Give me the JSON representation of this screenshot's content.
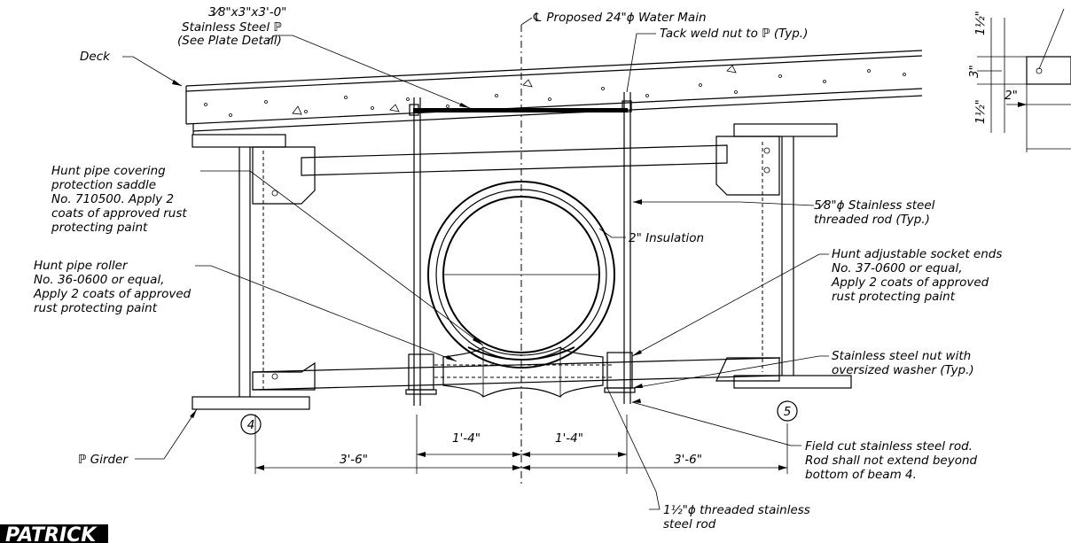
{
  "labels": {
    "centerline": "℄ Proposed 24\"ϕ Water Main",
    "plate_line1": "3⁄8\"x3\"x3'-0\"",
    "plate_line2": "Stainless Steel ℙ",
    "plate_line3": "(See Plate Detail)",
    "deck": "Deck",
    "tack_weld": "Tack weld nut to ℙ (Typ.)",
    "saddle_1": "Hunt pipe covering",
    "saddle_2": "protection saddle",
    "saddle_3": "No. 710500. Apply 2",
    "saddle_4": "coats of approved rust",
    "saddle_5": "protecting paint",
    "rod_1": "5⁄8\"ϕ Stainless steel",
    "rod_2": "threaded rod (Typ.)",
    "insulation": "2\" Insulation",
    "roller_1": "Hunt pipe roller",
    "roller_2": "No. 36-0600 or equal,",
    "roller_3": "Apply 2 coats of approved",
    "roller_4": "rust protecting paint",
    "socket_1": "Hunt adjustable socket ends",
    "socket_2": "No. 37-0600 or equal,",
    "socket_3": "Apply 2 coats of approved",
    "socket_4": "rust protecting paint",
    "nut_1": "Stainless steel nut with",
    "nut_2": "oversized washer (Typ.)",
    "beam_left": "4",
    "beam_right": "5",
    "girder": "ℙ Girder",
    "field_1": "Field cut stainless steel rod.",
    "field_2": "Rod shall not extend beyond",
    "field_3": "bottom of beam 4.",
    "threaded_1": "1½\"ϕ threaded stainless",
    "threaded_2": "steel rod",
    "dim_left": "3'-6\"",
    "dim_inner_left": "1'-4\"",
    "dim_inner_right": "1'-4\"",
    "dim_right": "3'-6\"",
    "detail_a": "1½\"",
    "detail_b": "3\"",
    "detail_c": "1½\"",
    "detail_d": "2\"",
    "logo": "PATRICK"
  }
}
